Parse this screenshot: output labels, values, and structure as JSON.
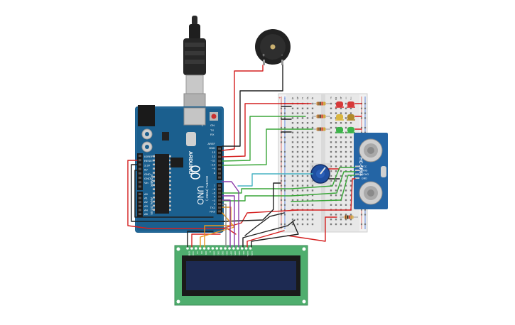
{
  "arduino": {
    "brand": "ARDUINO",
    "model": "UNO",
    "label_digital": "DIGITAL (PWM~)",
    "label_power": "POWER",
    "label_analog": "ANALOG IN",
    "label_tx": "TX",
    "label_rx": "RX",
    "label_on": "ON",
    "label_l": "L",
    "label_aref": "AREF",
    "label_gnd": "GND",
    "digital_pins": [
      "13",
      "12",
      "~11",
      "~10",
      "~9",
      "8",
      "7",
      "~6",
      "~5",
      "4",
      "~3",
      "2",
      "TX1",
      "RX0"
    ],
    "power_pins": [
      "IOREF",
      "RESET",
      "3.3V",
      "5V",
      "GND",
      "GND",
      "Vin"
    ],
    "analog_pins": [
      "A0",
      "A1",
      "A2",
      "A3",
      "A4",
      "A5"
    ]
  },
  "breadboard": {
    "columns_left": [
      "a",
      "b",
      "c",
      "d",
      "e"
    ],
    "columns_right": [
      "f",
      "g",
      "h",
      "i",
      "j"
    ],
    "rail_plus": "+",
    "rail_minus": "-"
  },
  "buzzer": {
    "plus": "+",
    "minus": "-"
  },
  "sensor": {
    "model": "HC-SR04",
    "pins": [
      "VCC",
      "TRIG",
      "ECHO",
      "GND"
    ]
  },
  "lcd": {
    "pin_labels": [
      "GND",
      "VCC",
      "V0",
      "RS",
      "RW",
      "E",
      "DB0",
      "DB1",
      "DB2",
      "DB3",
      "DB4",
      "DB5",
      "DB6",
      "DB7",
      "LED+",
      "LED-"
    ]
  },
  "colors": {
    "arduino_board": "#1b5f8e",
    "breadboard": "#e8e8e8",
    "lcd_board": "#4fae6e",
    "lcd_screen": "#1d2a52",
    "sensor_board": "#2465a5",
    "wire_red": "#d42020",
    "wire_black": "#202020",
    "wire_green": "#3aa639",
    "wire_orange": "#e8961e",
    "wire_purple": "#8a3aa8",
    "wire_cyan": "#49b3c4",
    "wire_gray": "#888888"
  },
  "icons": [
    "usb-plug-icon",
    "potentiometer-knob-icon",
    "led-icon",
    "resistor-icon"
  ]
}
